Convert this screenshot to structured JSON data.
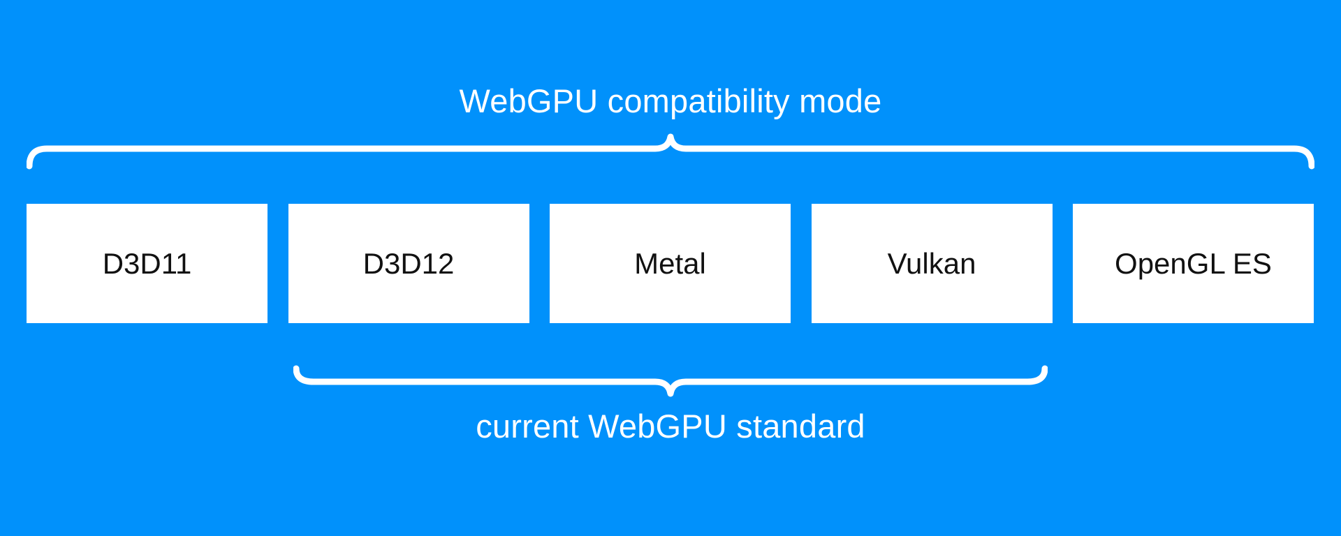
{
  "diagram": {
    "title": "WebGPU compatibility mode",
    "bottom_label": "current WebGPU standard",
    "boxes": [
      {
        "label": "D3D11"
      },
      {
        "label": "D3D12"
      },
      {
        "label": "Metal"
      },
      {
        "label": "Vulkan"
      },
      {
        "label": "OpenGL ES"
      }
    ],
    "top_brace_covers": [
      "D3D11",
      "D3D12",
      "Metal",
      "Vulkan",
      "OpenGL ES"
    ],
    "bottom_brace_covers": [
      "D3D12",
      "Metal",
      "Vulkan"
    ],
    "colors": {
      "background": "#0191fb",
      "box_background": "#ffffff",
      "box_text": "#111111",
      "label_text": "#ffffff",
      "brace": "#ffffff"
    }
  }
}
